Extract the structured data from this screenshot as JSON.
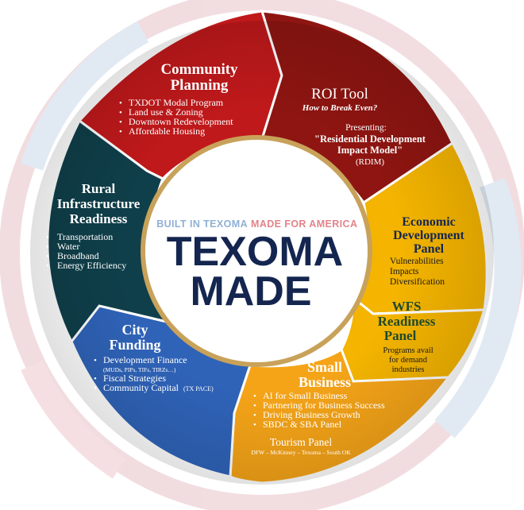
{
  "center": {
    "tagline_left": "BUILT IN TEXOMA",
    "tagline_right": "MADE FOR AMERICA",
    "title_line1": "TEXOMA",
    "title_line2": "MADE"
  },
  "segments": {
    "community": {
      "title_line1": "Community",
      "title_line2": "Planning",
      "items": [
        "TXDOT Modal Program",
        "Land use & Zoning",
        "Downtown Redevelopment",
        "Affordable Housing"
      ]
    },
    "roi": {
      "title": "ROI Tool",
      "subtitle": "How to Break Even?",
      "presenting": "Presenting:",
      "model_line1": "\"Residential Development",
      "model_line2": "Impact Model\"",
      "abbr": "(RDIM)"
    },
    "economic": {
      "title_line1": "Economic",
      "title_line2": "Development",
      "title_line3": "Panel",
      "items": [
        "Vulnerabilities",
        "Impacts",
        "Diversification"
      ]
    },
    "wfs": {
      "title_line1": "WFS",
      "title_line2": "Readiness",
      "title_line3": "Panel",
      "desc_line1": "Programs avail",
      "desc_line2": "for demand",
      "desc_line3": "industries"
    },
    "small_business": {
      "title_line1": "Small",
      "title_line2": "Business",
      "items": [
        "AI for Small Business",
        "Partnering for Business Success",
        "Driving Business Growth",
        "SBDC & SBA Panel"
      ],
      "tourism_title": "Tourism Panel",
      "tourism_sub": "DFW – McKinney – Texoma – South OK"
    },
    "city_funding": {
      "title_line1": "City",
      "title_line2": "Funding",
      "item1": "Development Finance",
      "item1_sub": "(MUDs, PIPs, TIFs, TIRZs…)",
      "item2": "Fiscal Strategies",
      "item3": "Community Capital",
      "item3_sub": "(TX PACE)"
    },
    "rural": {
      "title_line1": "Rural",
      "title_line2": "Infrastructure",
      "title_line3": "Readiness",
      "items": [
        "Transportation",
        "Water",
        "Broadband",
        "Energy Efficiency"
      ]
    }
  },
  "colors": {
    "community": "#c0191b",
    "roi": "#8e1511",
    "economic": "#f4b400",
    "small_business": "#f5a418",
    "city_funding": "#2f63b8",
    "rural": "#0f3f4a",
    "navy": "#14264f",
    "tagline_blue": "#8fb0d6",
    "tagline_red": "#e2848a",
    "gold_ring": "#c8a25a"
  }
}
